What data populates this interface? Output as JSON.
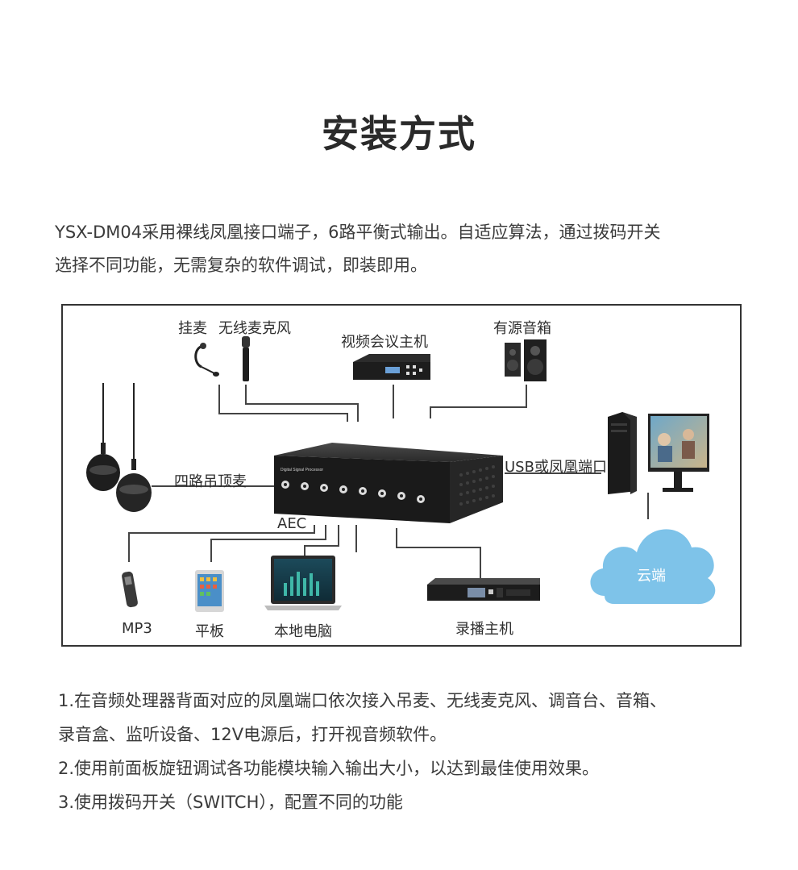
{
  "title": "安装方式",
  "intro": {
    "line1": "YSX-DM04采用裸线凤凰接口端子，6路平衡式输出。自适应算法，通过拨码开关",
    "line2": "选择不同功能，无需复杂的软件调试，即装即用。"
  },
  "diagram": {
    "labels": {
      "headset_mic": "挂麦",
      "wireless_mic": "无线麦克风",
      "video_conf_host": "视频会议主机",
      "active_speaker": "有源音箱",
      "ceiling_mics": "四路吊顶麦",
      "usb_phoenix": "USB或凤凰端口",
      "aec": "AEC",
      "cloud": "云端",
      "mp3": "MP3",
      "tablet": "平板",
      "local_pc": "本地电脑",
      "recorder_host": "录播主机"
    },
    "processor_caption": "Digital Signal Processor"
  },
  "steps": {
    "step1_line1": "1.在音频处理器背面对应的凤凰端口依次接入吊麦、无线麦克风、调音台、音箱、",
    "step1_line2": "录音盒、监听设备、12V电源后，打开视音频软件。",
    "step2": "2.使用前面板旋钮调试各功能模块输入输出大小，以达到最佳使用效果。",
    "step3": "3.使用拨码开关（SWITCH），配置不同的功能"
  },
  "colors": {
    "line": "#444444",
    "cloud": "#7ec3e9",
    "device_dark": "#1f1f1f"
  }
}
